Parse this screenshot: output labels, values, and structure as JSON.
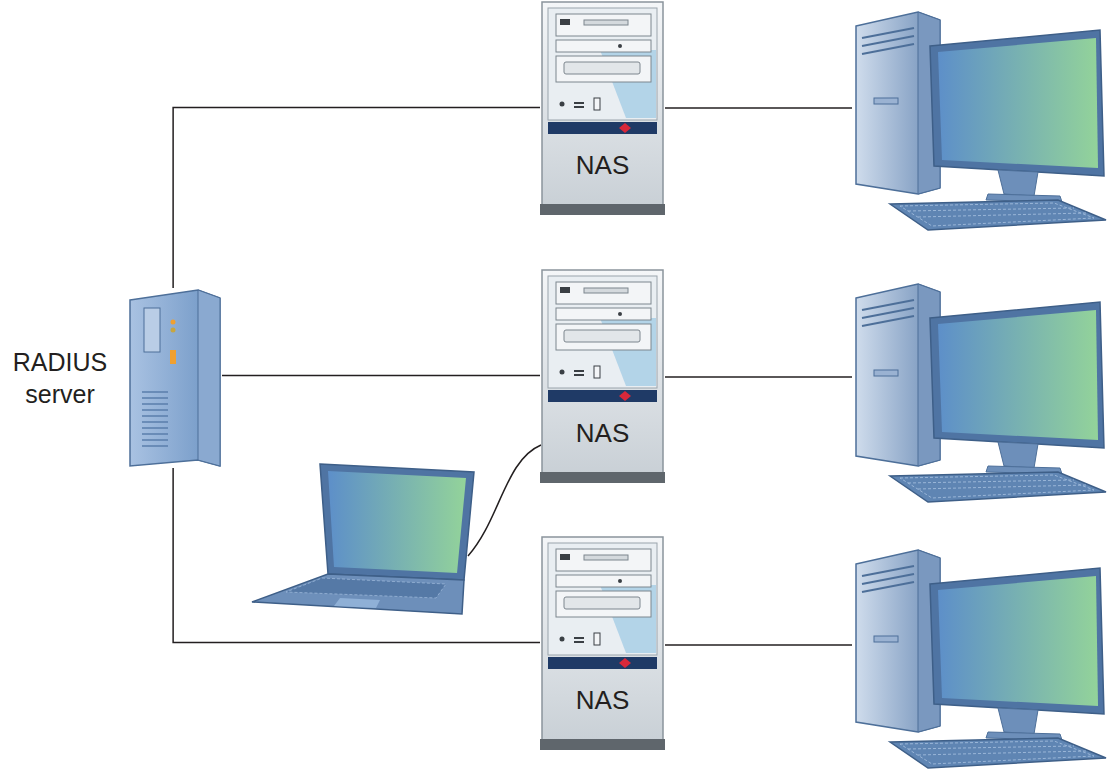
{
  "diagram": {
    "nodes": [
      {
        "text": [
          "RADIUS server"
        ]
      },
      {
        "text": [
          "NAS"
        ]
      },
      {
        "text": [
          "NAS"
        ]
      },
      {
        "text": [
          "NAS"
        ]
      }
    ],
    "edges": [
      {
        "from": 0,
        "to": 1,
        "arrow": "none"
      },
      {
        "from": 0,
        "to": 2,
        "arrow": "none"
      },
      {
        "from": 0,
        "to": 3,
        "arrow": "none"
      }
    ]
  }
}
